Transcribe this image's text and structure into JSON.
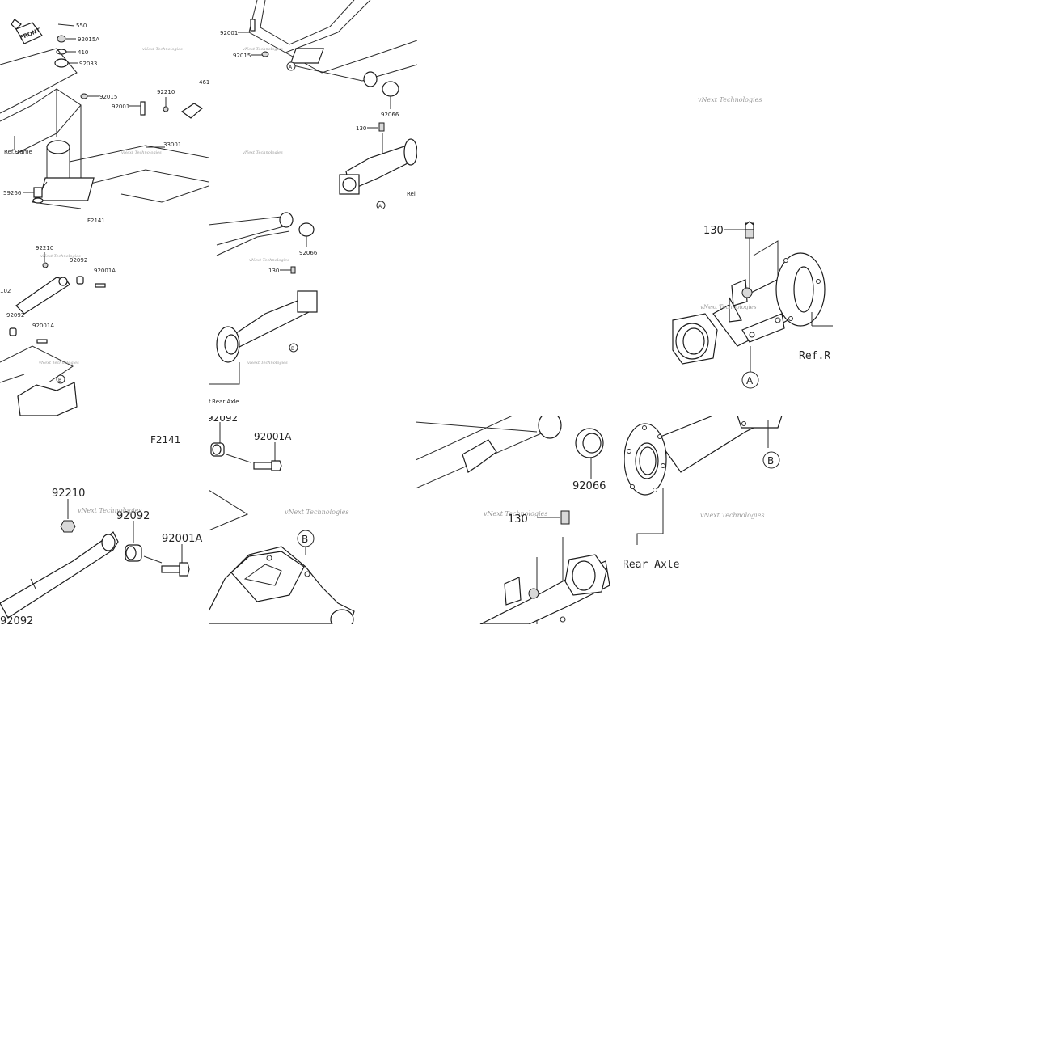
{
  "labels": {
    "t1_550": "550",
    "t1_92015A": "92015A",
    "t1_410": "410",
    "t1_92033": "92033",
    "t1_92015": "92015",
    "t1_92001": "92001",
    "t1_92210": "92210",
    "t1_461": "461",
    "t1_33001": "33001",
    "t1_59266": "59266",
    "t1_ref_frame": "Ref.Frame",
    "t1_f2141": "F2141",
    "t1_front": "FRONT",
    "t2_92001": "92001",
    "t2_92015": "92015",
    "t2_A": "A",
    "t2_92066": "92066",
    "t2_130": "130",
    "t2_rel": "Rel",
    "t2_A2": "A",
    "t3_130": "130",
    "t3_ref_r": "Ref.R",
    "t3_A": "A",
    "t4_92210": "92210",
    "t4_92092": "92092",
    "t4_92001A": "92001A",
    "t4_102": "102",
    "t4_92092b": "92092",
    "t4_92001Ab": "92001A",
    "t4_B": "B",
    "t5_92066": "92066",
    "t5_130": "130",
    "t5_B": "B",
    "t5_ref_rear_axle": "f.Rear Axle",
    "t7_f2141": "F2141",
    "t8_92092": "92092",
    "t8_92001A": "92001A",
    "t9_92066": "92066",
    "t10_B": "B",
    "t10_rear_axle": "Rear Axle",
    "t11_92210": "92210",
    "t11_92092": "92092",
    "t11_92001A": "92001A",
    "t11_92092b": "92092",
    "t12_B": "B",
    "t13_130": "130"
  },
  "watermark": "vNext Technologies",
  "colors": {
    "line": "#2a2a2a",
    "background": "#ffffff",
    "watermark": "#9a9a9a"
  }
}
